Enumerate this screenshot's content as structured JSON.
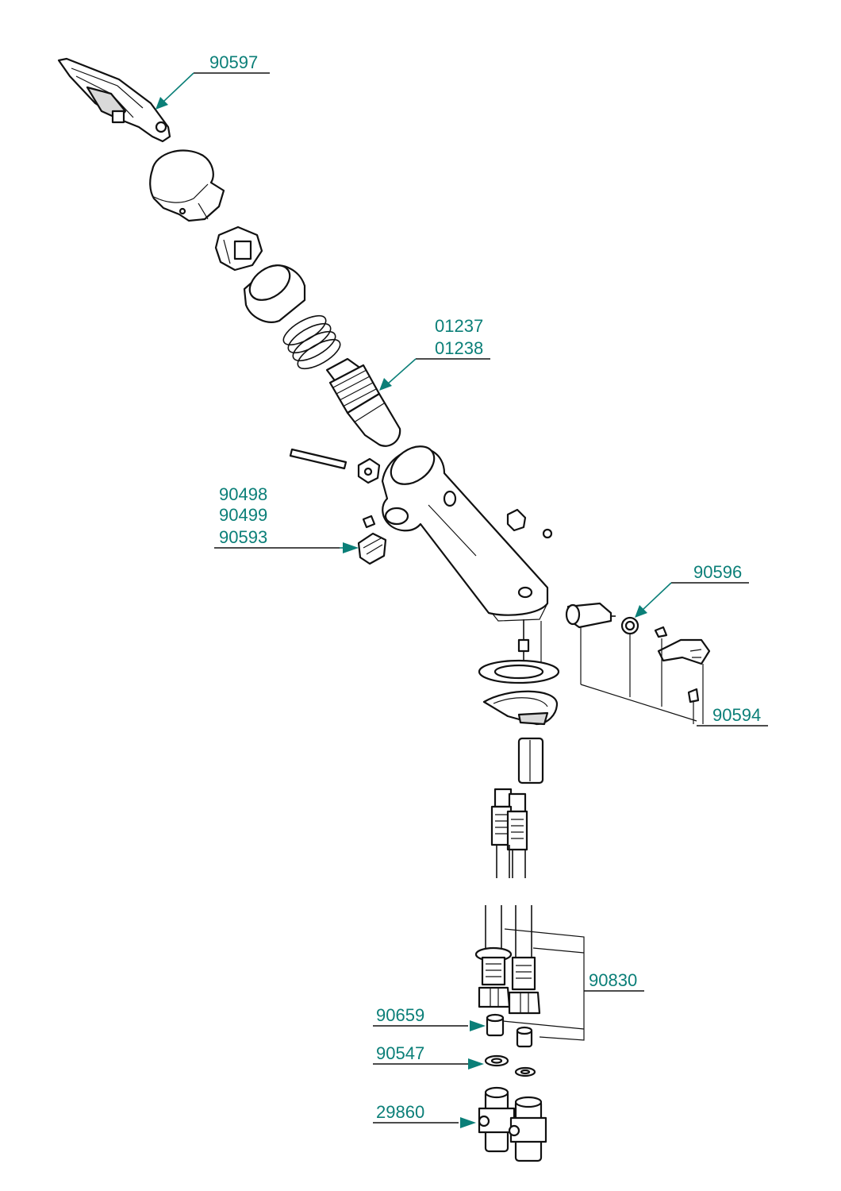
{
  "diagram": {
    "accent_color": "#0b7f78",
    "line_color": "#111111",
    "labels": {
      "handle_lever": "90597",
      "cartridge_a": "01237",
      "cartridge_b": "01238",
      "aerator_a": "90498",
      "aerator_b": "90499",
      "aerator_c": "90593",
      "seal_ring": "90596",
      "side_kit": "90594",
      "hoses": "90830",
      "filter": "90659",
      "washer": "90547",
      "valve": "29860"
    }
  }
}
